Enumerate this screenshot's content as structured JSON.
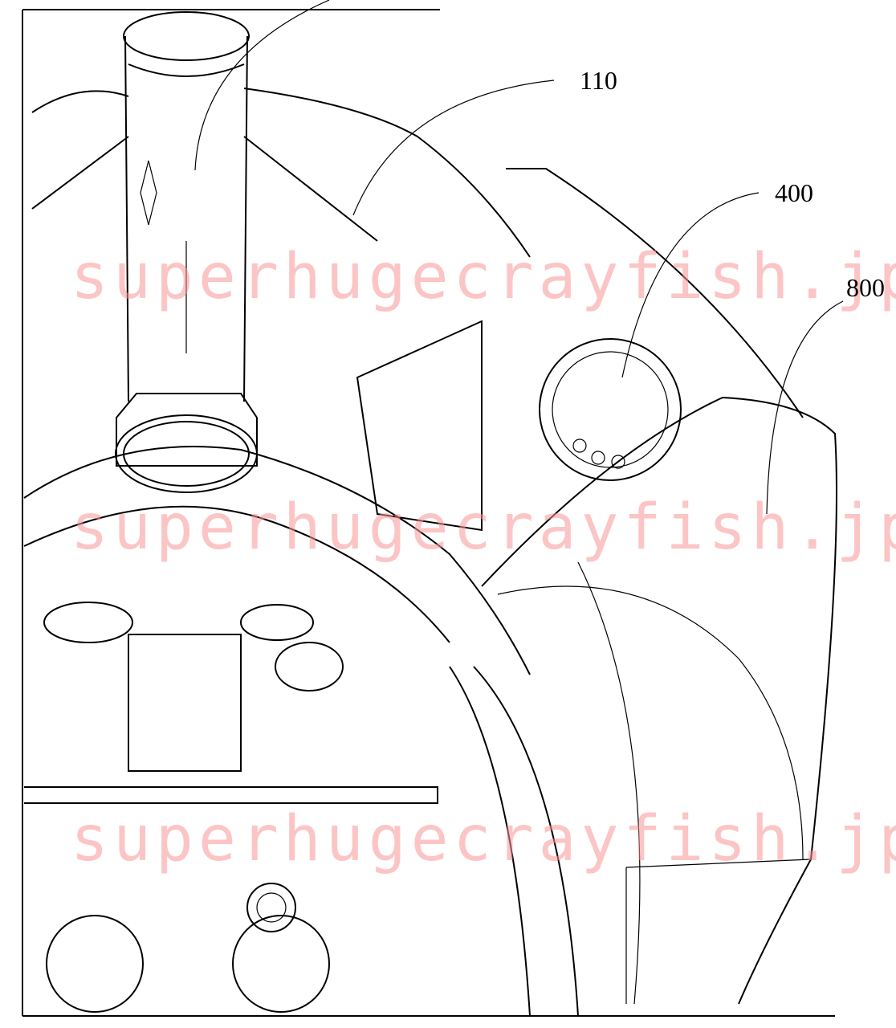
{
  "figure": {
    "reference_labels": [
      {
        "id": "label-110",
        "text": "110"
      },
      {
        "id": "label-400",
        "text": "400"
      },
      {
        "id": "label-800",
        "text": "800"
      }
    ],
    "watermark": "superhugecrayfish.jp"
  }
}
